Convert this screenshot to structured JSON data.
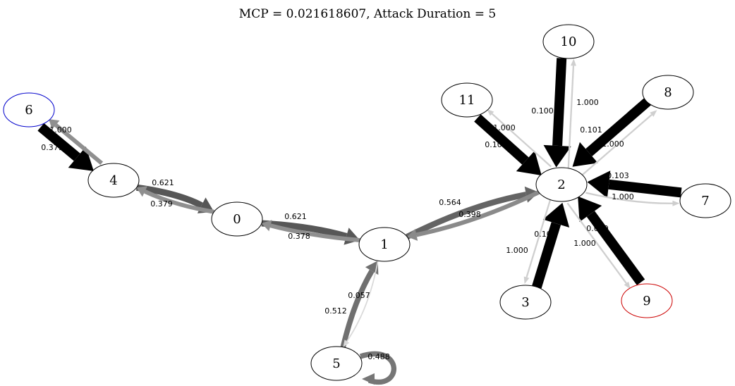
{
  "title": "MCP = 0.021618607, Attack Duration = 5",
  "colors": {
    "node_default": "#000000",
    "node_source": "#0000cc",
    "node_target": "#cc0000"
  },
  "nodes": [
    {
      "id": "0",
      "label": "0",
      "role": "default"
    },
    {
      "id": "1",
      "label": "1",
      "role": "default"
    },
    {
      "id": "2",
      "label": "2",
      "role": "default"
    },
    {
      "id": "3",
      "label": "3",
      "role": "default"
    },
    {
      "id": "4",
      "label": "4",
      "role": "default"
    },
    {
      "id": "5",
      "label": "5",
      "role": "default"
    },
    {
      "id": "6",
      "label": "6",
      "role": "source"
    },
    {
      "id": "7",
      "label": "7",
      "role": "default"
    },
    {
      "id": "8",
      "label": "8",
      "role": "default"
    },
    {
      "id": "9",
      "label": "9",
      "role": "target"
    },
    {
      "id": "10",
      "label": "10",
      "role": "default"
    },
    {
      "id": "11",
      "label": "11",
      "role": "default"
    }
  ],
  "edges": [
    {
      "from": "6",
      "to": "4",
      "label": "1.000",
      "weight": 1.0
    },
    {
      "from": "4",
      "to": "6",
      "label": "0.379",
      "weight": 0.379
    },
    {
      "from": "4",
      "to": "0",
      "label": "0.621",
      "weight": 0.621
    },
    {
      "from": "0",
      "to": "4",
      "label": "0.379",
      "weight": 0.379
    },
    {
      "from": "0",
      "to": "1",
      "label": "0.621",
      "weight": 0.621
    },
    {
      "from": "1",
      "to": "0",
      "label": "0.378",
      "weight": 0.378
    },
    {
      "from": "1",
      "to": "2",
      "label": "0.564",
      "weight": 0.564
    },
    {
      "from": "2",
      "to": "1",
      "label": "0.398",
      "weight": 0.398
    },
    {
      "from": "5",
      "to": "1",
      "label": "0.512",
      "weight": 0.512
    },
    {
      "from": "1",
      "to": "5",
      "label": "0.057",
      "weight": 0.057
    },
    {
      "from": "5",
      "to": "5",
      "label": "0.488",
      "weight": 0.488
    },
    {
      "from": "10",
      "to": "2",
      "label": "1.000",
      "weight": 1.0
    },
    {
      "from": "2",
      "to": "10",
      "label": "0.100",
      "weight": 0.1
    },
    {
      "from": "11",
      "to": "2",
      "label": "1.000",
      "weight": 1.0
    },
    {
      "from": "2",
      "to": "11",
      "label": "0.100",
      "weight": 0.1
    },
    {
      "from": "8",
      "to": "2",
      "label": "1.000",
      "weight": 1.0
    },
    {
      "from": "2",
      "to": "8",
      "label": "0.101",
      "weight": 0.101
    },
    {
      "from": "7",
      "to": "2",
      "label": "1.000",
      "weight": 1.0
    },
    {
      "from": "2",
      "to": "7",
      "label": "0.103",
      "weight": 0.103
    },
    {
      "from": "3",
      "to": "2",
      "label": "1.000",
      "weight": 1.0
    },
    {
      "from": "2",
      "to": "3",
      "label": "0.100",
      "weight": 0.1
    },
    {
      "from": "9",
      "to": "2",
      "label": "1.000",
      "weight": 1.0
    },
    {
      "from": "2",
      "to": "9",
      "label": "0.099",
      "weight": 0.099
    }
  ]
}
